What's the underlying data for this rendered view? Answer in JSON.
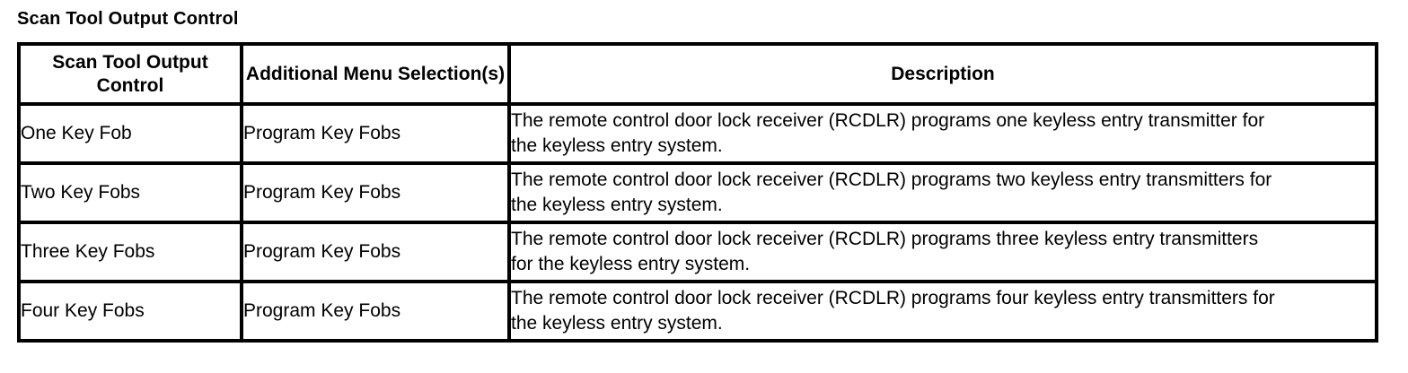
{
  "title": "Scan Tool Output Control",
  "table": {
    "headers": [
      "Scan Tool Output Control",
      "Additional Menu Selection(s)",
      "Description"
    ],
    "rows": [
      {
        "control": "One Key Fob",
        "menu": "Program Key Fobs",
        "description": "The remote control door lock receiver (RCDLR) programs one keyless entry transmitter for the keyless entry system."
      },
      {
        "control": "Two Key Fobs",
        "menu": "Program Key Fobs",
        "description": "The remote control door lock receiver (RCDLR) programs two keyless entry transmitters for the keyless entry system."
      },
      {
        "control": "Three Key Fobs",
        "menu": "Program Key Fobs",
        "description": "The remote control door lock receiver (RCDLR) programs three keyless entry transmitters for the keyless entry system."
      },
      {
        "control": "Four Key Fobs",
        "menu": "Program Key Fobs",
        "description": "The remote control door lock receiver (RCDLR) programs four keyless entry transmitters for the keyless entry system."
      }
    ]
  },
  "colors": {
    "background": "#ffffff",
    "text": "#000000",
    "border": "#000000"
  }
}
